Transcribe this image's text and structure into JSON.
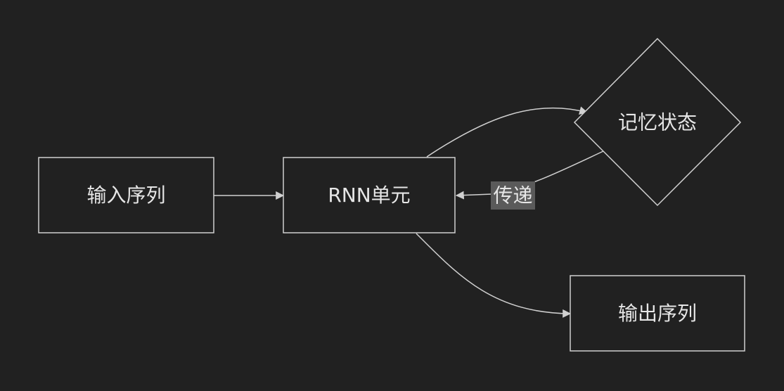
{
  "diagram": {
    "nodes": {
      "input": {
        "label": "输入序列",
        "shape": "rect"
      },
      "rnn": {
        "label": "RNN单元",
        "shape": "rect"
      },
      "memory": {
        "label": "记忆状态",
        "shape": "diamond"
      },
      "output": {
        "label": "输出序列",
        "shape": "rect"
      }
    },
    "edges": [
      {
        "from": "input",
        "to": "rnn",
        "label": ""
      },
      {
        "from": "rnn",
        "to": "memory",
        "label": ""
      },
      {
        "from": "memory",
        "to": "rnn",
        "label": "传递"
      },
      {
        "from": "rnn",
        "to": "output",
        "label": ""
      }
    ]
  },
  "colors": {
    "background": "#212121",
    "stroke": "#d0d0d0",
    "text": "#e6e6e6",
    "edge_label_bg": "#5a5a5a"
  }
}
